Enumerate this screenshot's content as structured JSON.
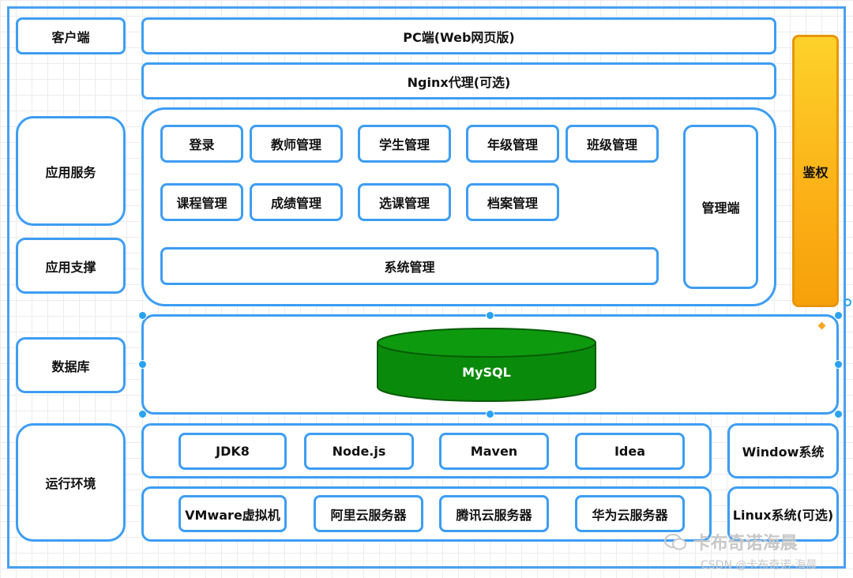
{
  "layers": {
    "client": "客户端",
    "app_service": "应用服务",
    "app_support": "应用支撑",
    "database": "数据库",
    "runtime": "运行环境"
  },
  "client": {
    "pc": "PC端(Web网页版)",
    "nginx": "Nginx代理(可选)"
  },
  "modules": {
    "login": "登录",
    "teacher": "教师管理",
    "student": "学生管理",
    "grade": "年级管理",
    "class": "班级管理",
    "course": "课程管理",
    "score": "成绩管理",
    "course_select": "选课管理",
    "archive": "档案管理",
    "system": "系统管理",
    "admin": "管理端"
  },
  "auth": "鉴权",
  "database": {
    "name": "MySQL"
  },
  "tools": [
    "JDK8",
    "Node.js",
    "Maven",
    "Idea"
  ],
  "servers": [
    "VMware虚拟机",
    "阿里云服务器",
    "腾讯云服务器",
    "华为云服务器"
  ],
  "os": {
    "windows": "Window系统",
    "linux": "Linux系统(可选)"
  },
  "watermark": {
    "main": "卡布奇诺海晨",
    "csdn": "CSDN @卡布奇诺-海晨"
  },
  "colors": {
    "border": "#3d9df3",
    "auth_fill": "#fcb318",
    "db_fill": "#0a8a0a"
  }
}
